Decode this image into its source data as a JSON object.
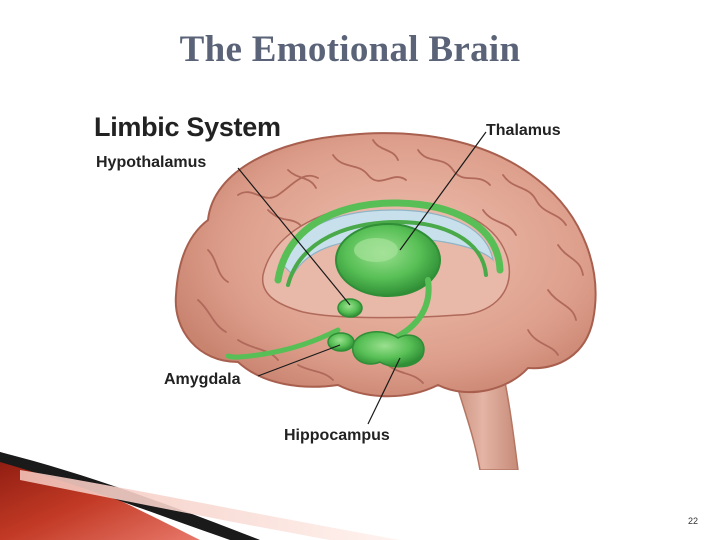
{
  "slide": {
    "title": "The Emotional Brain",
    "page_number": "22"
  },
  "diagram": {
    "heading": "Limbic System",
    "labels": {
      "hypothalamus": "Hypothalamus",
      "thalamus": "Thalamus",
      "amygdala": "Amygdala",
      "hippocampus": "Hippocampus"
    },
    "colors": {
      "cortex": "#dd9f8c",
      "cortex_fold": "#b86e5c",
      "limbic_green": "#57bf55",
      "ventricle": "#c8e0ec",
      "brainstem": "#d9a08e"
    }
  },
  "decor": {
    "ribbon_colors": [
      "#8b1a10",
      "#c23a25",
      "#e8786a",
      "#1a1a1a"
    ]
  }
}
